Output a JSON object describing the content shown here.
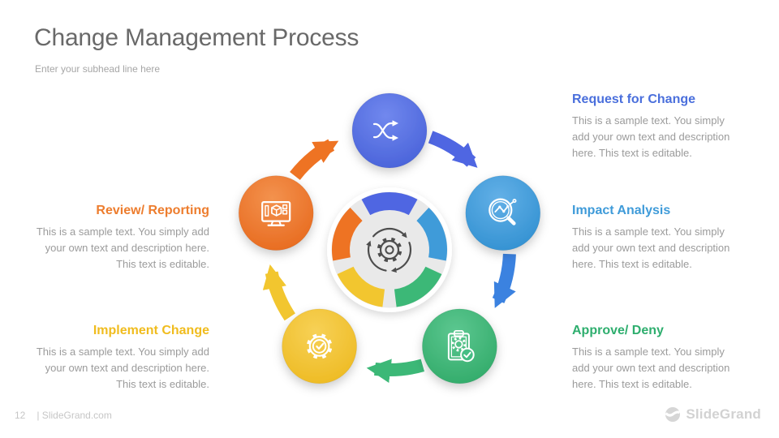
{
  "header": {
    "title": "Change Management Process",
    "subhead": "Enter your subhead line here"
  },
  "steps": [
    {
      "id": "request-for-change",
      "label": "Request for Change",
      "color": "#4a6fdc",
      "icon": "shuffle-icon",
      "description": "This is a sample text. You simply add your own text and description here. This text is editable."
    },
    {
      "id": "impact-analysis",
      "label": "Impact Analysis",
      "color": "#3f9bd9",
      "icon": "magnifier-chart-icon",
      "description": "This is a sample text. You simply add your own text and description here. This text is editable."
    },
    {
      "id": "approve-deny",
      "label": "Approve/ Deny",
      "color": "#2eae6e",
      "icon": "clipboard-check-icon",
      "description": "This is a sample text. You simply add your own text and description here. This text is editable."
    },
    {
      "id": "implement-change",
      "label": "Implement Change",
      "color": "#f0bc1e",
      "icon": "gear-check-icon",
      "description": "This is a sample text. You simply add your own text and description here. This text is editable."
    },
    {
      "id": "review-reporting",
      "label": "Review/ Reporting",
      "color": "#ed7d2e",
      "icon": "monitor-cube-icon",
      "description": "This is a sample text. You simply add your own text and description here. This text is editable."
    }
  ],
  "diagram": {
    "center_icon": "gear-cycle-icon",
    "colors": {
      "royal_blue": "#4f66e2",
      "arrow_blue": "#3b82e0",
      "sky_blue": "#3f9bd9",
      "green": "#3cb877",
      "yellow": "#f2c62f",
      "orange": "#ee7323",
      "center_bg": "#e9e9e9",
      "center_icon_stroke": "#4d4d4d"
    }
  },
  "footer": {
    "page_number": "12",
    "site": "| SlideGrand.com",
    "brand": "SlideGrand"
  }
}
